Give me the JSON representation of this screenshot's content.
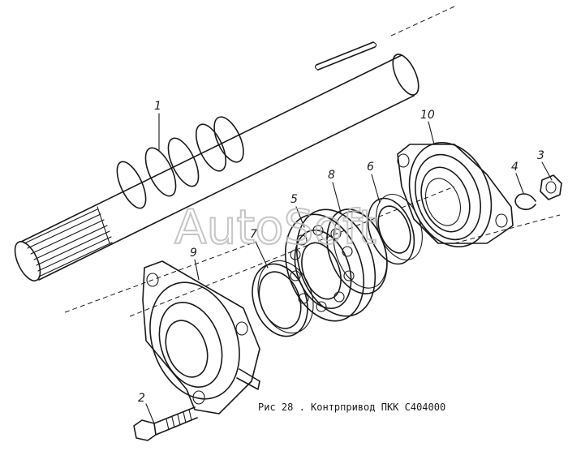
{
  "watermark": "AutoSoft",
  "caption": "Рис 28 . Контрпривод  ПКК С404000",
  "callouts": [
    {
      "id": "1",
      "label": "1"
    },
    {
      "id": "2",
      "label": "2"
    },
    {
      "id": "3",
      "label": "3"
    },
    {
      "id": "4",
      "label": "4"
    },
    {
      "id": "5",
      "label": "5"
    },
    {
      "id": "6",
      "label": "6"
    },
    {
      "id": "7",
      "label": "7"
    },
    {
      "id": "8",
      "label": "8"
    },
    {
      "id": "9",
      "label": "9"
    },
    {
      "id": "10",
      "label": "10"
    }
  ]
}
